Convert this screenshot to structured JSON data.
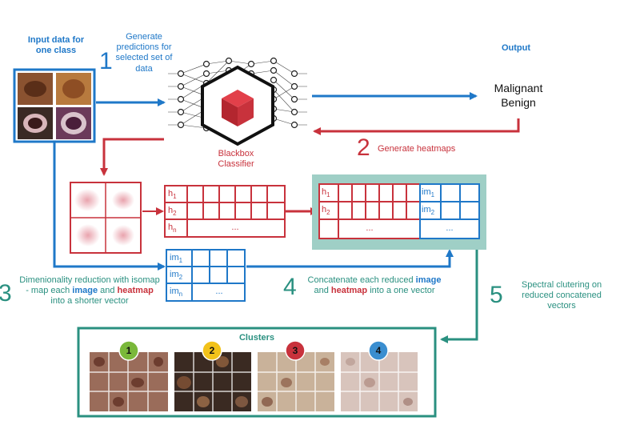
{
  "input": {
    "title": "Input data for one class",
    "thumb_colors": [
      "#8a5230",
      "#b87a3e",
      "#3a2a24",
      "#6b3a5a"
    ]
  },
  "steps": {
    "s1": {
      "number": "1",
      "text": "Generate predictions for selected set of data"
    },
    "s2": {
      "number": "2",
      "text": "Generate heatmaps"
    },
    "s3": {
      "number": "3",
      "text_pre": "Dimenionality reduction with isomap - map each ",
      "kw1": "image",
      "text_mid": " and ",
      "kw2": "heatmap",
      "text_post": " into a shorter vector"
    },
    "s4": {
      "number": "4",
      "text_pre": "Concatenate each reduced ",
      "kw1": "image",
      "text_mid": " and ",
      "kw2": "heatmap",
      "text_post": " into a one vector"
    },
    "s5": {
      "number": "5",
      "text": "Spectral clutering on reduced concatened vectors"
    }
  },
  "classifier": {
    "label": "Blackbox Classifier"
  },
  "output": {
    "title": "Output",
    "label1": "Malignant",
    "label2": "Benign"
  },
  "heat_rows": {
    "h1": "h",
    "h1_sub": "1",
    "h2": "h",
    "h2_sub": "2",
    "hn": "h",
    "hn_sub": "n",
    "dots": "..."
  },
  "im_rows": {
    "im1": "im",
    "im1_sub": "1",
    "im2": "im",
    "im2_sub": "2",
    "imn": "im",
    "imn_sub": "n",
    "dots": "..."
  },
  "clusters": {
    "title": "Clusters",
    "items": [
      {
        "label": "1",
        "color": "#7ab83a"
      },
      {
        "label": "2",
        "color": "#f2c21a"
      },
      {
        "label": "3",
        "color": "#c8323c"
      },
      {
        "label": "4",
        "color": "#3a8ed0"
      }
    ]
  },
  "colors": {
    "blue": "#1f78c8",
    "red": "#c8323c",
    "teal": "#2a9080",
    "teal_bg": "#9fcfc6"
  }
}
